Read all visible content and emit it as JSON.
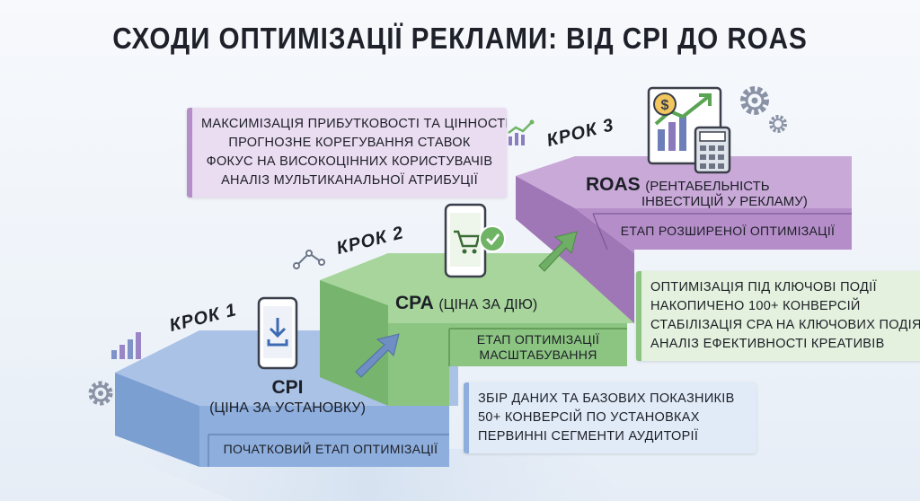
{
  "title": "СХОДИ ОПТИМІЗАЦІЇ РЕКЛАМИ: ВІД CPI ДО ROAS",
  "steps": [
    {
      "krok": "КРОК 1",
      "name": "CPI",
      "sub": "(ЦІНА ЗА УСТАНОВКУ)",
      "stage": "ПОЧАТКОВИЙ ЕТАП ОПТИМІЗАЦІЇ",
      "info": [
        "ЗБІР ДАНИХ ТА БАЗОВИХ ПОКАЗНИКІВ",
        "50+ КОНВЕРСІЙ ПО УСТАНОВКАХ",
        "ПЕРВИННІ СЕГМЕНТИ АУДИТОРІЇ"
      ]
    },
    {
      "krok": "КРОК 2",
      "name": "CPA",
      "sub": "(ЦІНА ЗА ДІЮ)",
      "stage_line1": "ЕТАП ОПТИМІЗАЦІЇ",
      "stage_line2": "МАСШТАБУВАННЯ",
      "info": [
        "ОПТИМІЗАЦІЯ ПІД КЛЮЧОВІ ПОДІЇ",
        "НАКОПИЧЕНО 100+ КОНВЕРСІЙ",
        "СТАБІЛІЗАЦІЯ CPA НА КЛЮЧОВИХ ПОДІЯХ",
        "АНАЛІЗ ЕФЕКТИВНОСТІ КРЕАТИВІВ"
      ]
    },
    {
      "krok": "КРОК 3",
      "name": "ROAS",
      "sub_line1": "(РЕНТАБЕЛЬНІСТЬ",
      "sub_line2": "ІНВЕСТИЦІЙ У РЕКЛАМУ)",
      "stage": "ЕТАП РОЗШИРЕНОЇ ОПТИМІЗАЦІЇ",
      "info": [
        "МАКСИМІЗАЦІЯ ПРИБУТКОВОСТІ ТА ЦІННОСТІ",
        "ПРОГНОЗНЕ КОРЕГУВАННЯ СТАВОК",
        "ФОКУС НА ВИСОКОЦІННИХ КОРИСТУВАЧІВ",
        "АНАЛІЗ МУЛЬТИКАНАЛЬНОЇ АТРИБУЦІЇ"
      ]
    }
  ],
  "colors": {
    "step1_top": "#a9c2e6",
    "step1_front": "#8eaedd",
    "step1_side": "#7c9fd2",
    "step2_top": "#a7d59b",
    "step2_front": "#8cc482",
    "step2_side": "#77b46d",
    "step3_top": "#c9a9d8",
    "step3_front": "#b58ec9",
    "step3_side": "#9f76b6",
    "info1_bg": "#e1ebf8",
    "info2_bg": "#e3f1de",
    "info3_bg": "#eadcf1"
  },
  "icons": [
    "bar-chart-icon",
    "gear-icon",
    "phone-download-icon",
    "arrow-up-right-icon",
    "line-graph-icon",
    "phone-cart-icon",
    "check-icon",
    "trend-chart-icon",
    "dollar-icon",
    "calculator-icon"
  ]
}
